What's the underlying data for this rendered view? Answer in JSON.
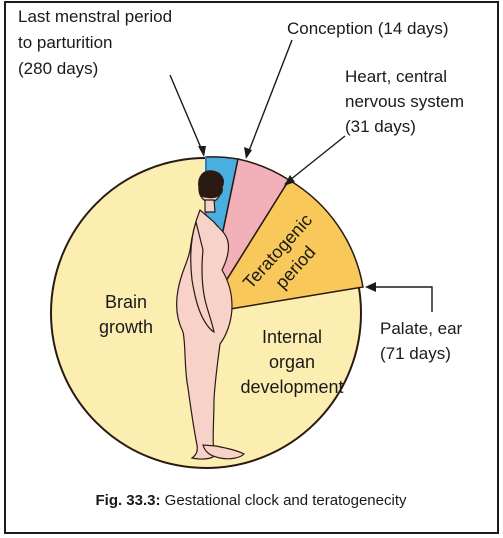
{
  "labels": {
    "lmp_line1": "Last menstral period",
    "lmp_line2": "to parturition",
    "lmp_line3": "(280 days)",
    "conception": "Conception (14 days)",
    "heart_line1": "Heart, central",
    "heart_line2": "nervous system",
    "heart_line3": "(31 days)",
    "palate_line1": "Palate, ear",
    "palate_line2": "(71 days)",
    "brain_line1": "Brain",
    "brain_line2": "growth",
    "internal_line1": "Internal",
    "internal_line2": "organ",
    "internal_line3": "development",
    "teratogenic_line1": "Teratogenic",
    "teratogenic_line2": "period"
  },
  "caption": {
    "prefix": "Fig. 33.3:",
    "text": " Gestational clock and teratogenecity"
  },
  "colors": {
    "clock_face": "#fbeeb0",
    "conception_segment": "#4aaee0",
    "heart_segment": "#f2b0b8",
    "teratogenic_segment": "#f8c95a",
    "figure_skin": "#f6d2c8",
    "outline": "#2a1a12"
  }
}
